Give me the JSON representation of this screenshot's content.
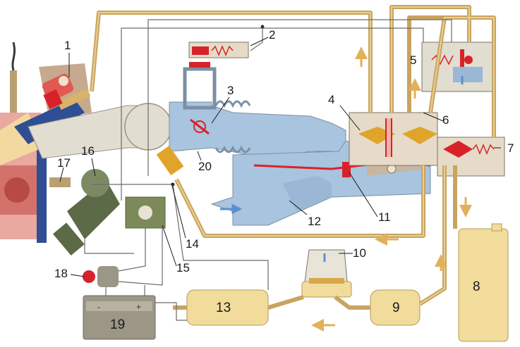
{
  "colors": {
    "fuel_line": "#c9a45e",
    "fuel_line_inner": "#e7cf95",
    "fuel_body": "#f2dc9c",
    "air_path": "#a9c4df",
    "manifold": "#e1ddd0",
    "control_wire": "#6c6c6c",
    "accent_red": "#d8222a",
    "battery_case": "#9c9687",
    "ignition_green": "#5d6a48",
    "flow_arrow": "#e0b15a",
    "air_arrow": "#5b8fd0"
  },
  "callouts": [
    {
      "id": "1",
      "text": "1"
    },
    {
      "id": "2",
      "text": "2"
    },
    {
      "id": "3",
      "text": "3"
    },
    {
      "id": "4",
      "text": "4"
    },
    {
      "id": "5",
      "text": "5"
    },
    {
      "id": "6",
      "text": "6"
    },
    {
      "id": "7",
      "text": "7"
    },
    {
      "id": "8",
      "text": "8"
    },
    {
      "id": "9",
      "text": "9"
    },
    {
      "id": "10",
      "text": "10"
    },
    {
      "id": "11",
      "text": "11"
    },
    {
      "id": "12",
      "text": "12"
    },
    {
      "id": "13",
      "text": "13"
    },
    {
      "id": "14",
      "text": "14"
    },
    {
      "id": "15",
      "text": "15"
    },
    {
      "id": "16",
      "text": "16"
    },
    {
      "id": "17",
      "text": "17"
    },
    {
      "id": "18",
      "text": "18"
    },
    {
      "id": "19",
      "text": "19"
    },
    {
      "id": "20",
      "text": "20"
    }
  ],
  "battery_terminals": {
    "negative": "-",
    "positive": "+"
  },
  "icons": {
    "fuel_flow_arrows": "up-arrow, down-arrow, left-arrow",
    "air_flow_arrows": "right-arrow, down-arrow",
    "ignition_key": "key-icon"
  }
}
